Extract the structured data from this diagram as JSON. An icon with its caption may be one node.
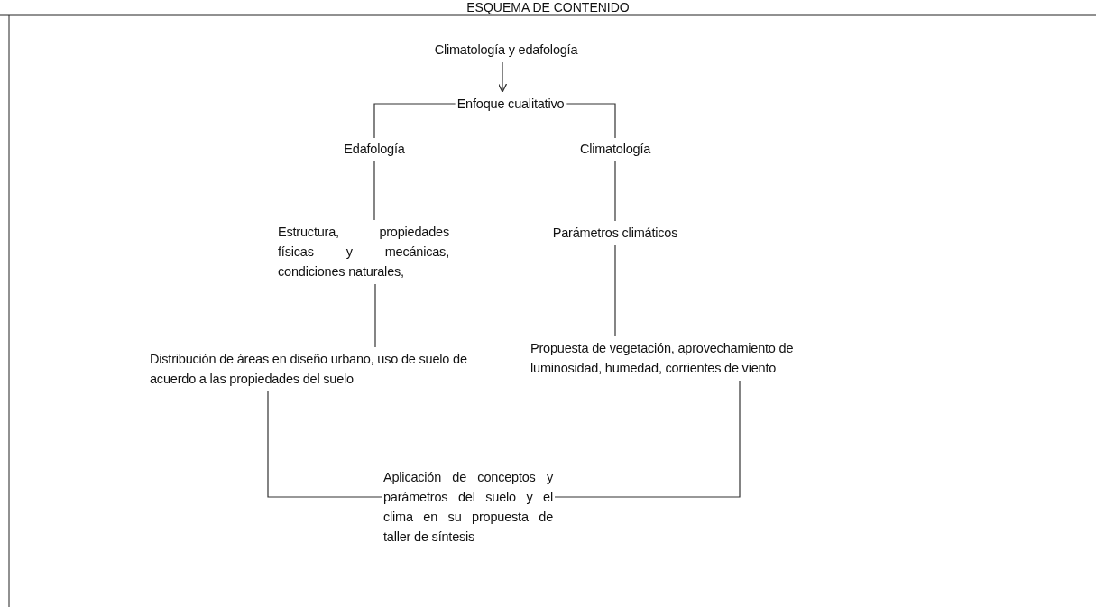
{
  "diagram": {
    "title": "ESQUEMA DE CONTENIDO",
    "nodes": [
      {
        "text": [
          "Climatología y edafología"
        ]
      },
      {
        "text": [
          "Enfoque cualitativo"
        ]
      },
      {
        "text": [
          "Edafología"
        ]
      },
      {
        "text": [
          "Climatología"
        ]
      },
      {
        "text": [
          "Estructura, propiedades físicas y mecánicas, condiciones naturales,"
        ]
      },
      {
        "text": [
          "Parámetros climáticos"
        ]
      },
      {
        "text": [
          "Distribución de áreas en diseño urbano, uso de suelo de acuerdo a las propiedades del suelo"
        ]
      },
      {
        "text": [
          "Propuesta de vegetación, aprovechamiento de luminosidad, humedad, corrientes de viento"
        ]
      },
      {
        "text": [
          "Aplicación de conceptos y parámetros del suelo y el clima en su propuesta de taller de síntesis"
        ]
      }
    ],
    "edges": [
      {
        "from": 0,
        "to": 1,
        "arrow": "to"
      },
      {
        "from": 1,
        "to": 2,
        "arrow": "none"
      },
      {
        "from": 1,
        "to": 3,
        "arrow": "none"
      },
      {
        "from": 2,
        "to": 4,
        "arrow": "none"
      },
      {
        "from": 3,
        "to": 5,
        "arrow": "none"
      },
      {
        "from": 4,
        "to": 6,
        "arrow": "none"
      },
      {
        "from": 5,
        "to": 7,
        "arrow": "none"
      },
      {
        "from": 6,
        "to": 8,
        "arrow": "none"
      },
      {
        "from": 7,
        "to": 8,
        "arrow": "none"
      }
    ]
  }
}
